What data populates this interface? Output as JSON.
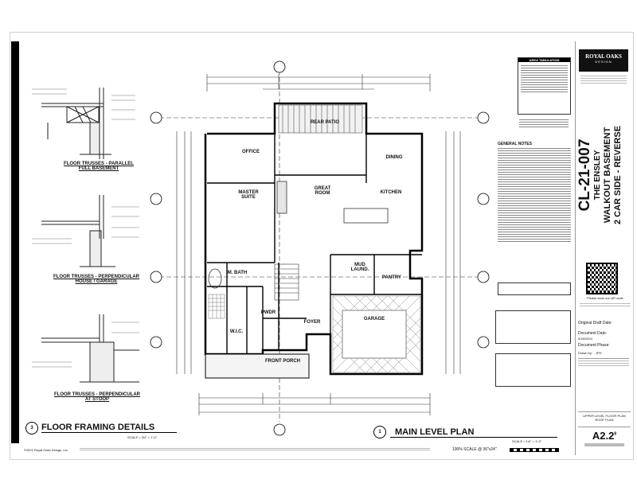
{
  "left_details": {
    "detail1_title": [
      "FLOOR TRUSSES - PARALLEL",
      "FULL BASEMENT"
    ],
    "detail2_title": [
      "FLOOR TRUSSES - PERPENDICULAR",
      "HOUSE / GARAGE"
    ],
    "detail3_title": [
      "FLOOR TRUSSES - PERPENDICULAR",
      "AT STOOP"
    ],
    "section_title": "FLOOR FRAMING DETAILS",
    "section_num": "3",
    "scale_label": "SCALE = 3/4\" = 1'-0\""
  },
  "plan": {
    "rooms": {
      "rear_patio": "REAR PATIO",
      "office": "OFFICE",
      "dining": "DINING",
      "great_room": [
        "GREAT",
        "ROOM"
      ],
      "master_suite": [
        "MASTER",
        "SUITE"
      ],
      "kitchen": "KITCHEN",
      "m_bath": "M. BATH",
      "mud_laund": [
        "MUD",
        "LAUND."
      ],
      "pantry": "PANTRY",
      "garage": "GARAGE",
      "wic": "W.I.C.",
      "pwdr": "PWDR",
      "foyer": "FOYER",
      "front_porch": "FRONT PORCH"
    },
    "section_num": "1",
    "plan_title": "MAIN LEVEL PLAN",
    "scale_note": "100% SCALE @ 36\"x24\"",
    "scale_right": "SCALE = 1/4\" = 1'-0\""
  },
  "notes": {
    "general_notes_title": "GENERAL NOTES",
    "area_tab_title": "AREA TABULATION"
  },
  "title_block": {
    "company": "ROYAL OAKS",
    "company_sub": "DESIGN",
    "plan_number": "CL-21-007",
    "plan_name": "THE ENSLEY",
    "plan_desc1": "WALKOUT BASEMENT",
    "plan_desc2": "2 CAR SIDE - REVERSE",
    "scan_note": "Please scan our QR code",
    "original_draft_label": "Original Draft Date:",
    "document_date_label": "Document Date:",
    "document_date": "3/18/2024",
    "document_phase_label": "Document Phase:",
    "drawn_by_label": "Drawn by:",
    "drawn_by": "JPH",
    "sheet_desc": [
      "UPPER LEVEL FLOOR PLAN",
      "ROOF PLAN"
    ],
    "sheet_number": "A2.2",
    "sheet_suffix": "8"
  },
  "footer": {
    "copyright": "©2021 Royal Oaks Design, Inc."
  }
}
